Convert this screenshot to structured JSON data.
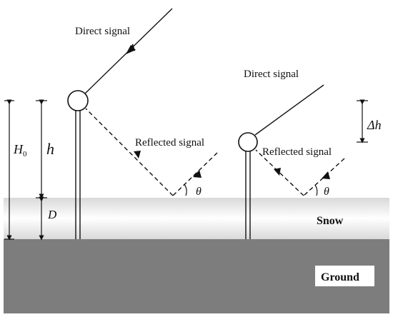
{
  "labels": {
    "direct_left": "Direct signal",
    "direct_right": "Direct signal",
    "reflected_left": "Reflected signal",
    "reflected_right": "Reflected signal",
    "theta_left": "θ",
    "theta_right": "θ",
    "H0_base": "H",
    "H0_sub": "0",
    "h": "h",
    "D": "D",
    "delta_h": "Δh",
    "snow": "Snow",
    "ground": "Ground"
  },
  "colors": {
    "ground": "#7d7d7d",
    "snow_mid": "#ffffff",
    "snow_edge": "#d9d9d9",
    "line": "#111111",
    "ground_label_bg": "#ffffff"
  }
}
